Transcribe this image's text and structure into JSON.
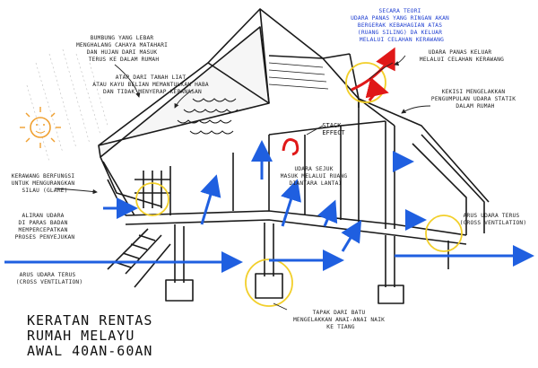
{
  "colors": {
    "ink": "#1a1a1a",
    "air_flow": "#1f5fe0",
    "hot_air": "#e01818",
    "sun": "#f0a030",
    "highlight": "#f2cf2a",
    "text_blue": "#1f3fd1"
  },
  "labels": {
    "roof_overhang": [
      "BUMBUNG YANG LEBAR",
      "MENGHALANG CAHAYA MATAHARI",
      "DAN HUJAN DARI MASUK",
      "TERUS KE DALAM RUMAH"
    ],
    "roof_material": [
      "ATAP DARI TANAH LIAT",
      "ATAU KAYU BELIAN MEMANTULKAN HABA",
      "DAN TIDAK MENYERAP KEPANASAN"
    ],
    "theory": [
      "SECARA TEORI",
      "UDARA PANAS YANG RINGAN AKAN",
      "BERGERAK KEBAHAGIAN ATAS",
      "(RUANG SILING) DA KELUAR",
      "MELALUI CELAHAN KERAWANG"
    ],
    "hot_air_exit": [
      "UDARA PANAS KELUAR",
      "MELALUI CELAHAN KERAWANG"
    ],
    "ventilated_gable": [
      "KEKISI MENGELAKKAN",
      "PENGUMPULAN UDARA STATIK",
      "DALAM RUMAH"
    ],
    "stack_effect": [
      "STACK",
      "EFFECT"
    ],
    "cool_air_floor": [
      "UDARA SEJUK",
      "MASUK MELALUI RUANG",
      "DIANTARA LANTAI"
    ],
    "glare_panel": [
      "KERAWANG BERFUNGSI",
      "UNTUK MENGURANGKAN",
      "SILAU (GLARE)"
    ],
    "body_airflow": [
      "ALIRAN UDARA",
      "DI PARAS BADAN",
      "MEMPERCEPATKAN",
      "PROSES PENYEJUKAN"
    ],
    "cross_vent_left": [
      "ARUS UDARA TERUS",
      "(CROSS VENTILATION)"
    ],
    "cross_vent_right": [
      "ARUS UDARA TERUS",
      "(CROSS VENTILATION)"
    ],
    "stone_footing": [
      "TAPAK DARI BATU",
      "MENGELAKKAN ANAI-ANAI NAIK",
      "KE TIANG"
    ]
  },
  "title": [
    "KERATAN RENTAS",
    "RUMAH MELAYU",
    "AWAL 40AN-60AN"
  ]
}
